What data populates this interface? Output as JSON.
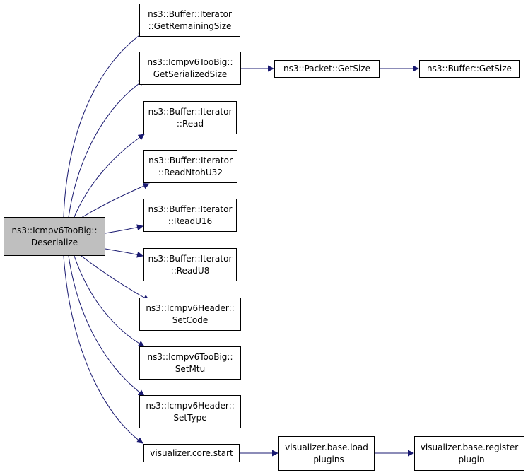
{
  "colors": {
    "edge": "#191970",
    "root_fill": "#bfbfbf",
    "node_fill": "#ffffff",
    "node_border": "#000000"
  },
  "nodes": {
    "root": {
      "line1": "ns3::Icmpv6TooBig::",
      "line2": "Deserialize"
    },
    "remaining": {
      "line1": "ns3::Buffer::Iterator",
      "line2": "::GetRemainingSize"
    },
    "serialized": {
      "line1": "ns3::Icmpv6TooBig::",
      "line2": "GetSerializedSize"
    },
    "packetsize": {
      "line1": "ns3::Packet::GetSize"
    },
    "buffersize": {
      "line1": "ns3::Buffer::GetSize"
    },
    "read": {
      "line1": "ns3::Buffer::Iterator",
      "line2": "::Read"
    },
    "readntoh": {
      "line1": "ns3::Buffer::Iterator",
      "line2": "::ReadNtohU32"
    },
    "readu16": {
      "line1": "ns3::Buffer::Iterator",
      "line2": "::ReadU16"
    },
    "readu8": {
      "line1": "ns3::Buffer::Iterator",
      "line2": "::ReadU8"
    },
    "setcode": {
      "line1": "ns3::Icmpv6Header::",
      "line2": "SetCode"
    },
    "setmtu": {
      "line1": "ns3::Icmpv6TooBig::",
      "line2": "SetMtu"
    },
    "settype": {
      "line1": "ns3::Icmpv6Header::",
      "line2": "SetType"
    },
    "corestart": {
      "line1": "visualizer.core.start"
    },
    "loadplugins": {
      "line1": "visualizer.base.load",
      "line2": "_plugins"
    },
    "registerplugin": {
      "line1": "visualizer.base.register",
      "line2": "_plugin"
    }
  }
}
